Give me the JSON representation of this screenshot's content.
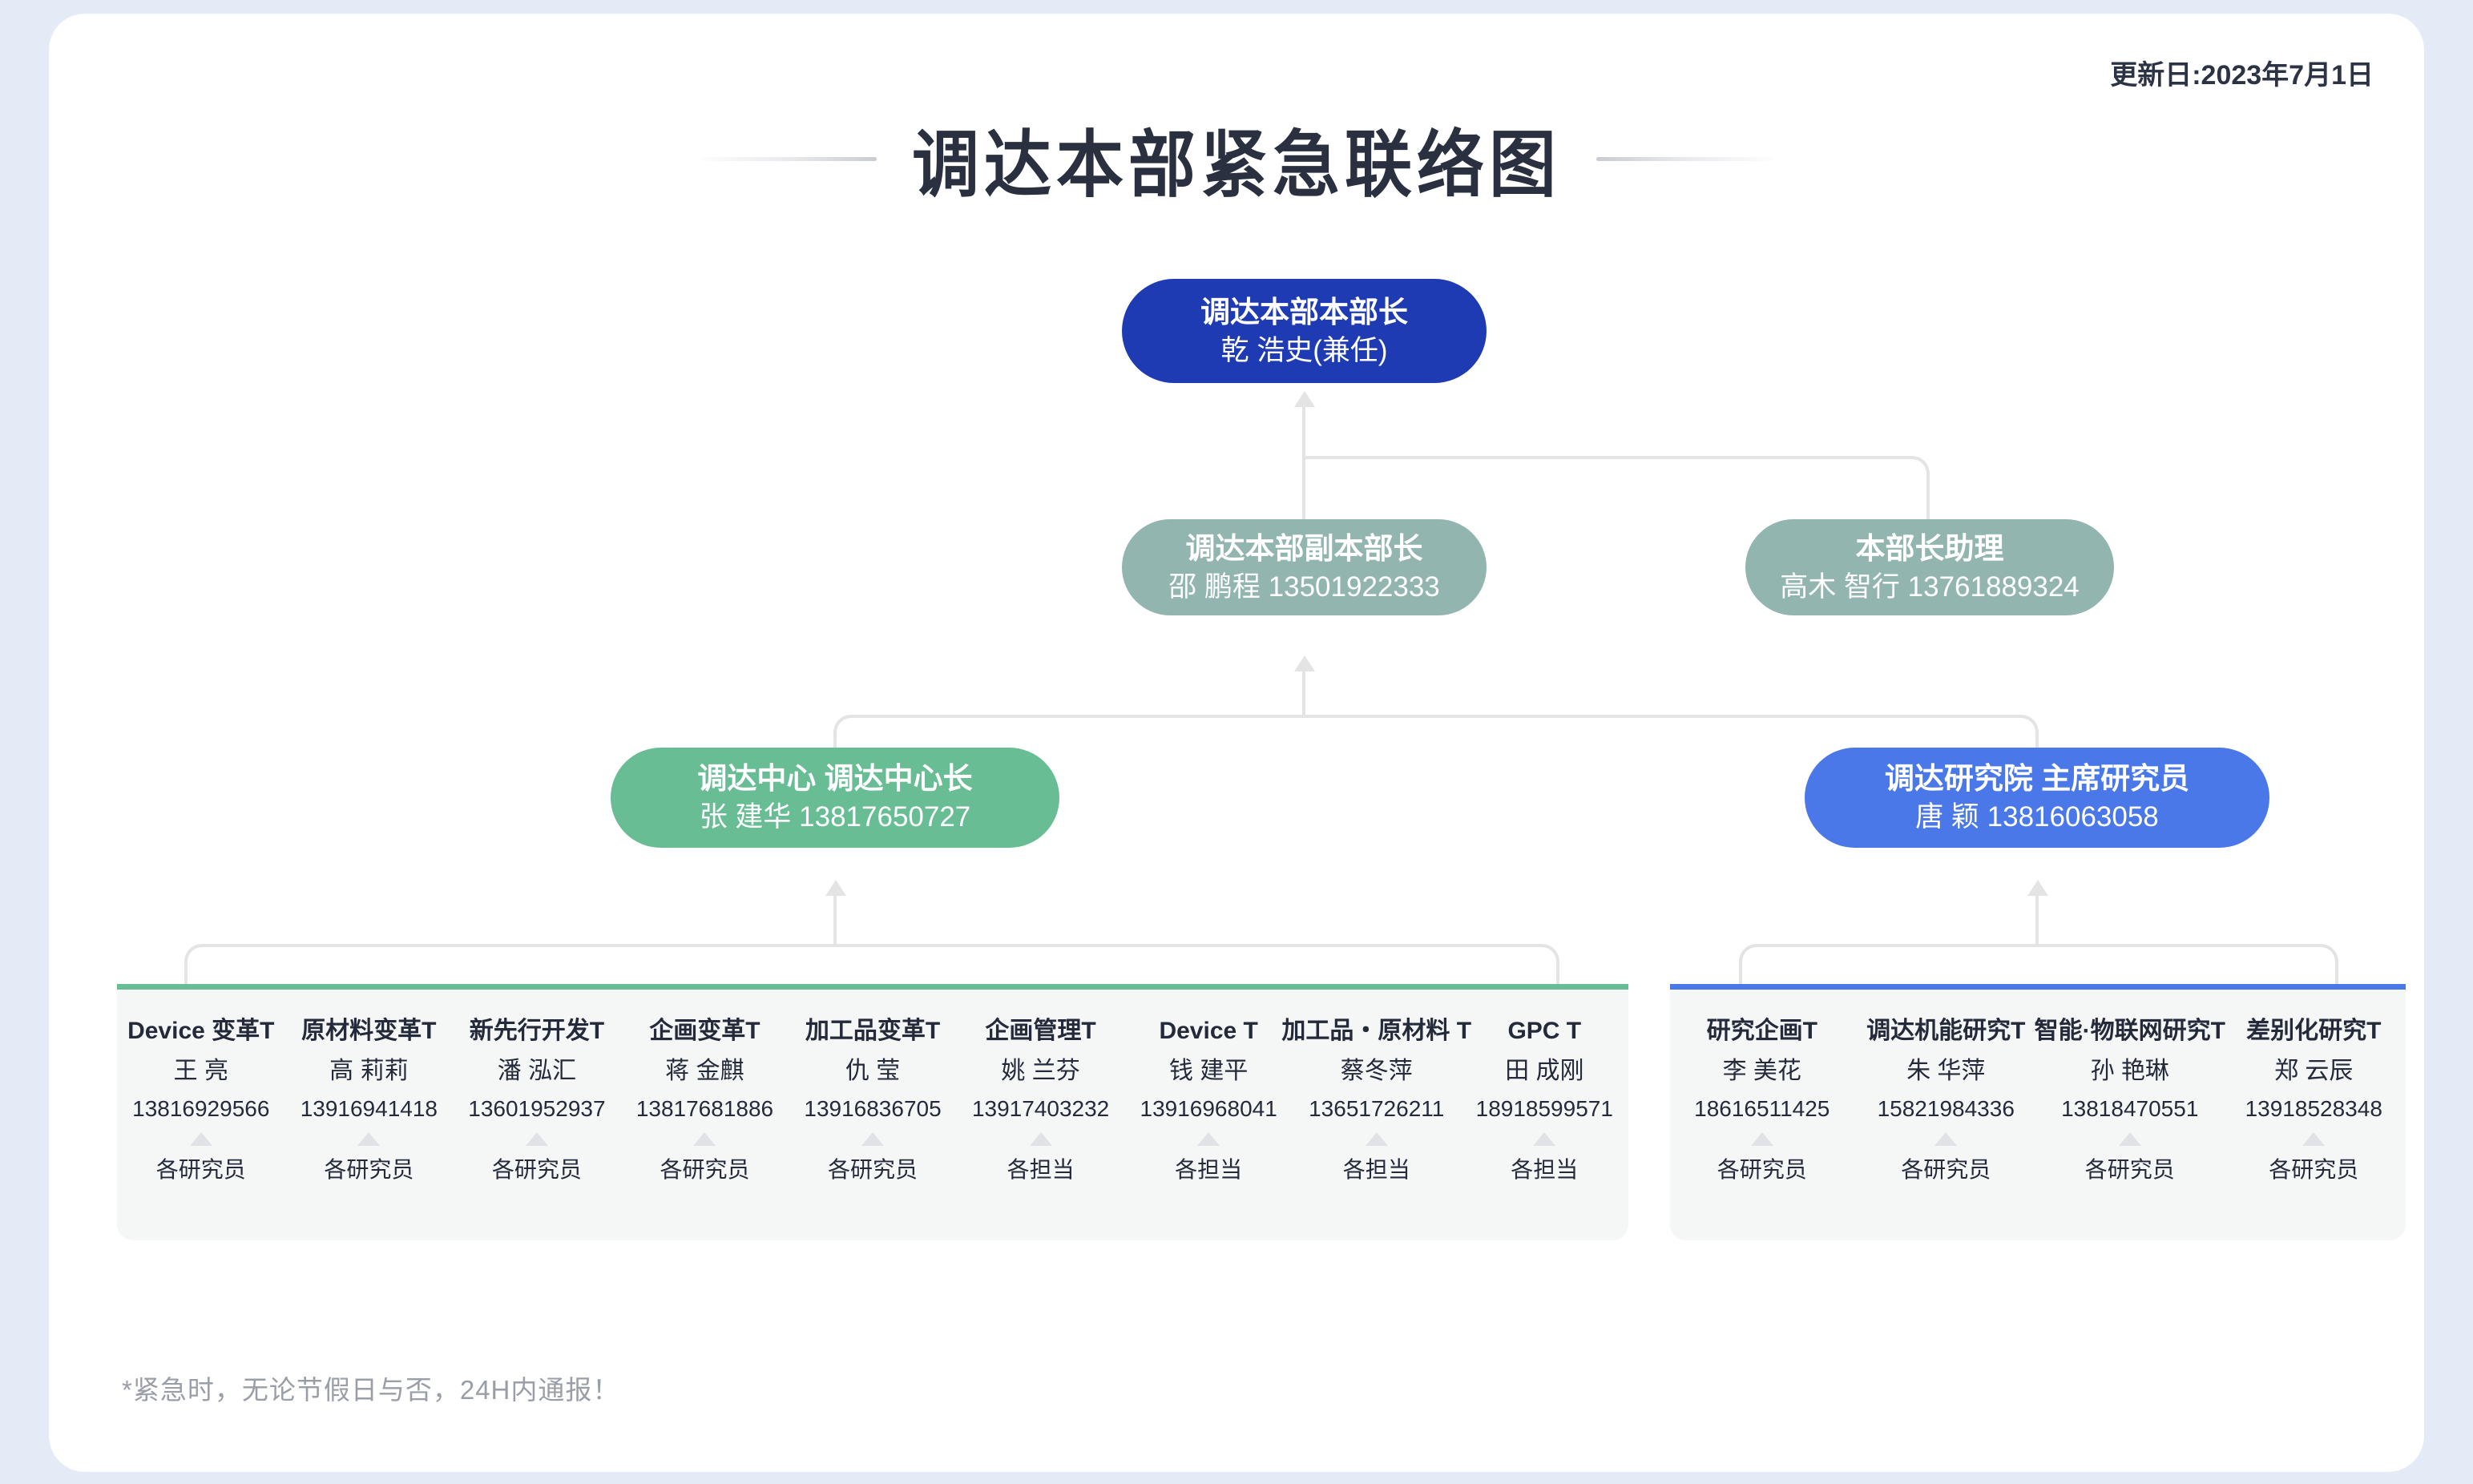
{
  "header": {
    "update_date": "更新日:2023年7月1日",
    "title": "调达本部紧急联络图"
  },
  "nodes": {
    "head": {
      "title": "调达本部本部长",
      "sub": "乾 浩史(兼任)",
      "color": "#1f3bb3"
    },
    "deputy": {
      "title": "调达本部副本部长",
      "sub": "邵 鹏程 13501922333",
      "color": "#92b5b0"
    },
    "assistant": {
      "title": "本部长助理",
      "sub": "高木 智行 13761889324",
      "color": "#92b5b0"
    },
    "center": {
      "title": "调达中心 调达中心长",
      "sub": "张 建华 13817650727",
      "color": "#68bd94"
    },
    "institute": {
      "title": "调达研究院 主席研究员",
      "sub": "唐 颖 13816063058",
      "color": "#4a78e8"
    }
  },
  "groups": {
    "left": {
      "accent": "#68bd94",
      "teams": [
        {
          "title": "Device 变革T",
          "name": "王 亮",
          "phone": "13816929566",
          "role": "各研究员"
        },
        {
          "title": "原材料变革T",
          "name": "高 莉莉",
          "phone": "13916941418",
          "role": "各研究员"
        },
        {
          "title": "新先行开发T",
          "name": "潘 泓汇",
          "phone": "13601952937",
          "role": "各研究员"
        },
        {
          "title": "企画变革T",
          "name": "蒋 金麒",
          "phone": "13817681886",
          "role": "各研究员"
        },
        {
          "title": "加工品变革T",
          "name": "仇 莹",
          "phone": "13916836705",
          "role": "各研究员"
        },
        {
          "title": "企画管理T",
          "name": "姚 兰芬",
          "phone": "13917403232",
          "role": "各担当"
        },
        {
          "title": "Device T",
          "name": "钱 建平",
          "phone": "13916968041",
          "role": "各担当"
        },
        {
          "title": "加工品・原材料 T",
          "name": "蔡冬萍",
          "phone": "13651726211",
          "role": "各担当"
        },
        {
          "title": "GPC T",
          "name": "田 成刚",
          "phone": "18918599571",
          "role": "各担当"
        }
      ]
    },
    "right": {
      "accent": "#4a78e8",
      "teams": [
        {
          "title": "研究企画T",
          "name": "李 美花",
          "phone": "18616511425",
          "role": "各研究员"
        },
        {
          "title": "调达机能研究T",
          "name": "朱 华萍",
          "phone": "15821984336",
          "role": "各研究员"
        },
        {
          "title": "智能·物联网研究T",
          "name": "孙 艳琳",
          "phone": "13818470551",
          "role": "各研究员"
        },
        {
          "title": "差别化研究T",
          "name": "郑 云辰",
          "phone": "13918528348",
          "role": "各研究员"
        }
      ]
    }
  },
  "footer": {
    "note": "*紧急时，无论节假日与否，24H内通报！"
  }
}
